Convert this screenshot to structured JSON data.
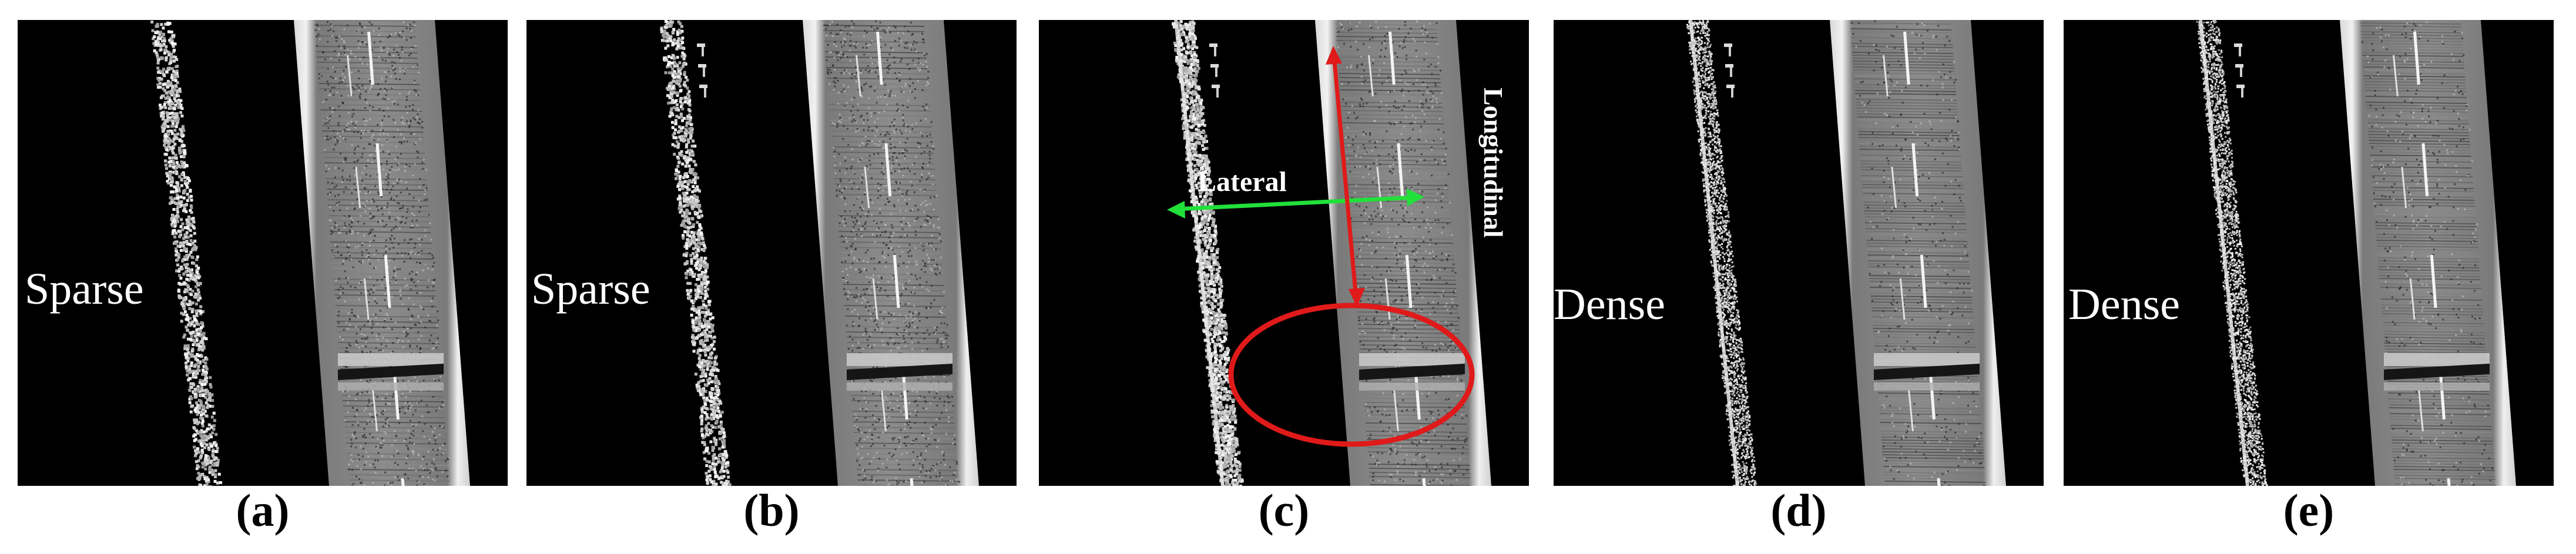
{
  "figure": {
    "panels": [
      {
        "id": "a",
        "caption": "(a)",
        "overlay": "Sparse",
        "density": "sparse"
      },
      {
        "id": "b",
        "caption": "(b)",
        "overlay": "Sparse",
        "density": "sparse"
      },
      {
        "id": "c",
        "caption": "(c)",
        "overlay": "",
        "density": "medium",
        "annotations": {
          "lateral_label": "Lateral",
          "longitudinal_label": "Longitudinal",
          "lateral_arrow_color": "#22e03a",
          "longitudinal_arrow_color": "#e01a1a",
          "highlight_ellipse_color": "#e01a1a"
        }
      },
      {
        "id": "d",
        "caption": "(d)",
        "overlay": "Dense",
        "density": "dense"
      },
      {
        "id": "e",
        "caption": "(e)",
        "overlay": "Dense",
        "density": "dense"
      }
    ]
  }
}
